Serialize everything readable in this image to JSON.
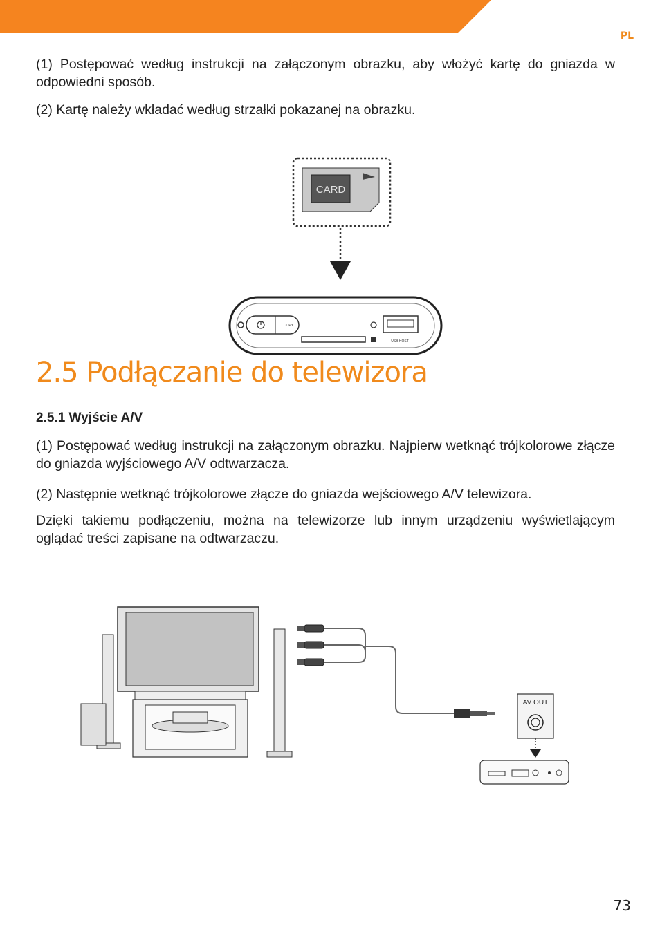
{
  "header": {
    "lang": "PL",
    "accent_color": "#f08a1c"
  },
  "intro": {
    "p1": "(1) Postępować według instrukcji na załączonym obrazku, aby włożyć kartę do gniazda w odpowiedni sposób.",
    "p2": "(2) Kartę należy wkładać według strzałki pokazanej na obrazku."
  },
  "card_figure": {
    "card_label": "CARD",
    "copy_label": "COPY",
    "usb_label": "USB HOST"
  },
  "section": {
    "title": "2.5 Podłączanie do telewizora",
    "subtitle": "2.5.1 Wyjście A/V",
    "p1": "(1) Postępować według instrukcji na załączonym obrazku. Najpierw wetknąć trójkolorowe złącze do gniazda wyjściowego A/V odtwarzacza.",
    "p2": "(2) Następnie wetknąć trójkolorowe złącze do gniazda wejściowego A/V telewizora.",
    "p3": "Dzięki takiemu podłączeniu, można na telewizorze lub innym urządzeniu wyświetlającym oglądać treści zapisane na odtwarzaczu."
  },
  "tv_figure": {
    "av_out_label": "AV OUT"
  },
  "footer": {
    "page_number": "73"
  }
}
